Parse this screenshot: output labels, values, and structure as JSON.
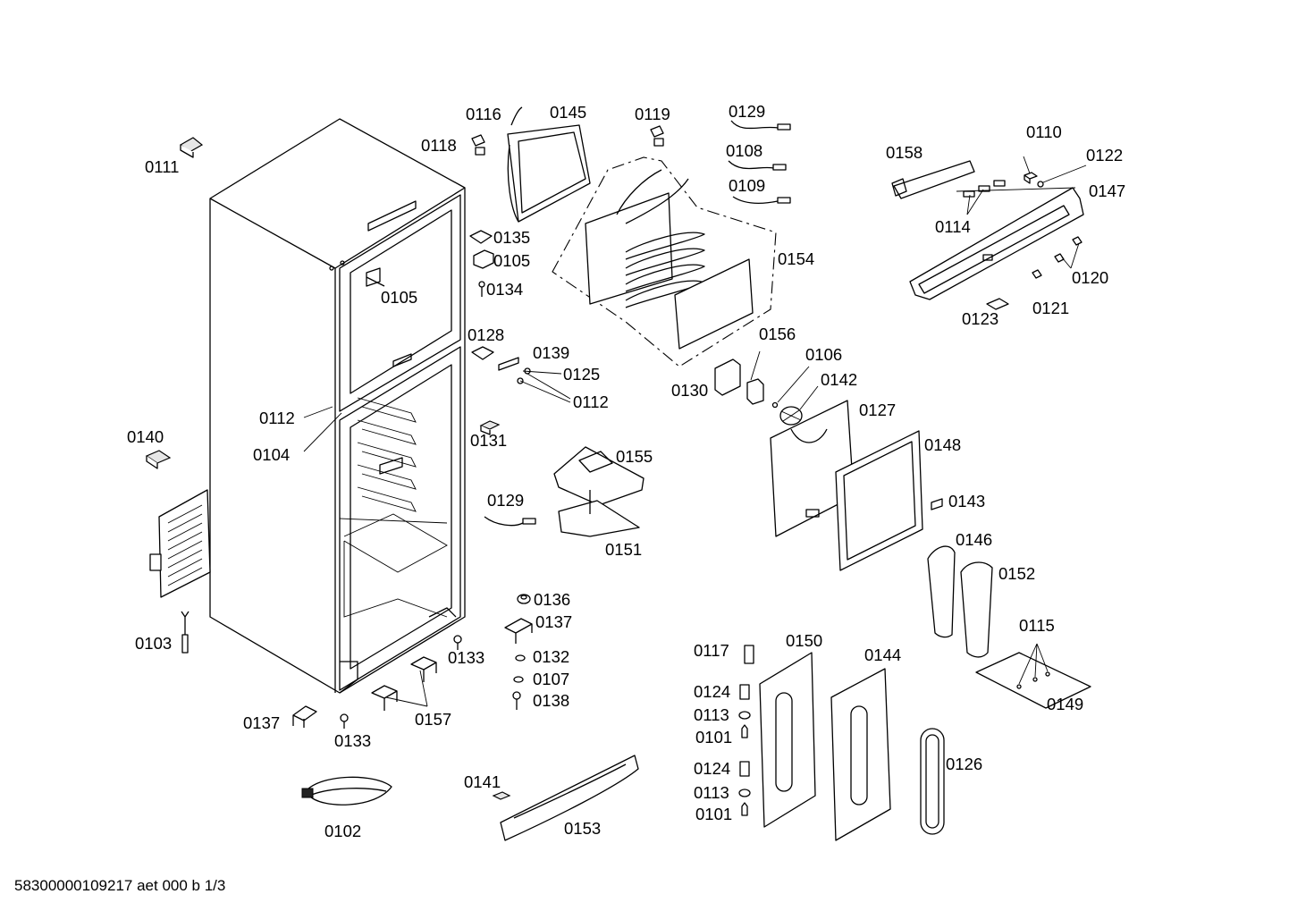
{
  "footer": "58300000109217 aet 000 b 1/3",
  "labels": {
    "l0111": "0111",
    "l0116": "0116",
    "l0145": "0145",
    "l0119": "0119",
    "l0129a": "0129",
    "l0108": "0108",
    "l0109": "0109",
    "l0118": "0118",
    "l0158": "0158",
    "l0110": "0110",
    "l0122": "0122",
    "l0147": "0147",
    "l0114": "0114",
    "l0135": "0135",
    "l0105a": "0105",
    "l0105b": "0105",
    "l0134": "0134",
    "l0154": "0154",
    "l0120": "0120",
    "l0121": "0121",
    "l0123": "0123",
    "l0128": "0128",
    "l0139": "0139",
    "l0125": "0125",
    "l0112a": "0112",
    "l0112b": "0112",
    "l0104": "0104",
    "l0156": "0156",
    "l0106": "0106",
    "l0142": "0142",
    "l0127": "0127",
    "l0130": "0130",
    "l0131": "0131",
    "l0140": "0140",
    "l0155": "0155",
    "l0148": "0148",
    "l0143": "0143",
    "l0129b": "0129",
    "l0151": "0151",
    "l0146": "0146",
    "l0152": "0152",
    "l0136": "0136",
    "l0137a": "0137",
    "l0115": "0115",
    "l0103": "0103",
    "l0133a": "0133",
    "l0132": "0132",
    "l0107": "0107",
    "l0138": "0138",
    "l0117": "0117",
    "l0150": "0150",
    "l0144": "0144",
    "l0149": "0149",
    "l0137b": "0137",
    "l0157": "0157",
    "l0133b": "0133",
    "l0124a": "0124",
    "l0113a": "0113",
    "l0101a": "0101",
    "l0124b": "0124",
    "l0113b": "0113",
    "l0101b": "0101",
    "l0126": "0126",
    "l0141": "0141",
    "l0153": "0153",
    "l0102": "0102"
  }
}
